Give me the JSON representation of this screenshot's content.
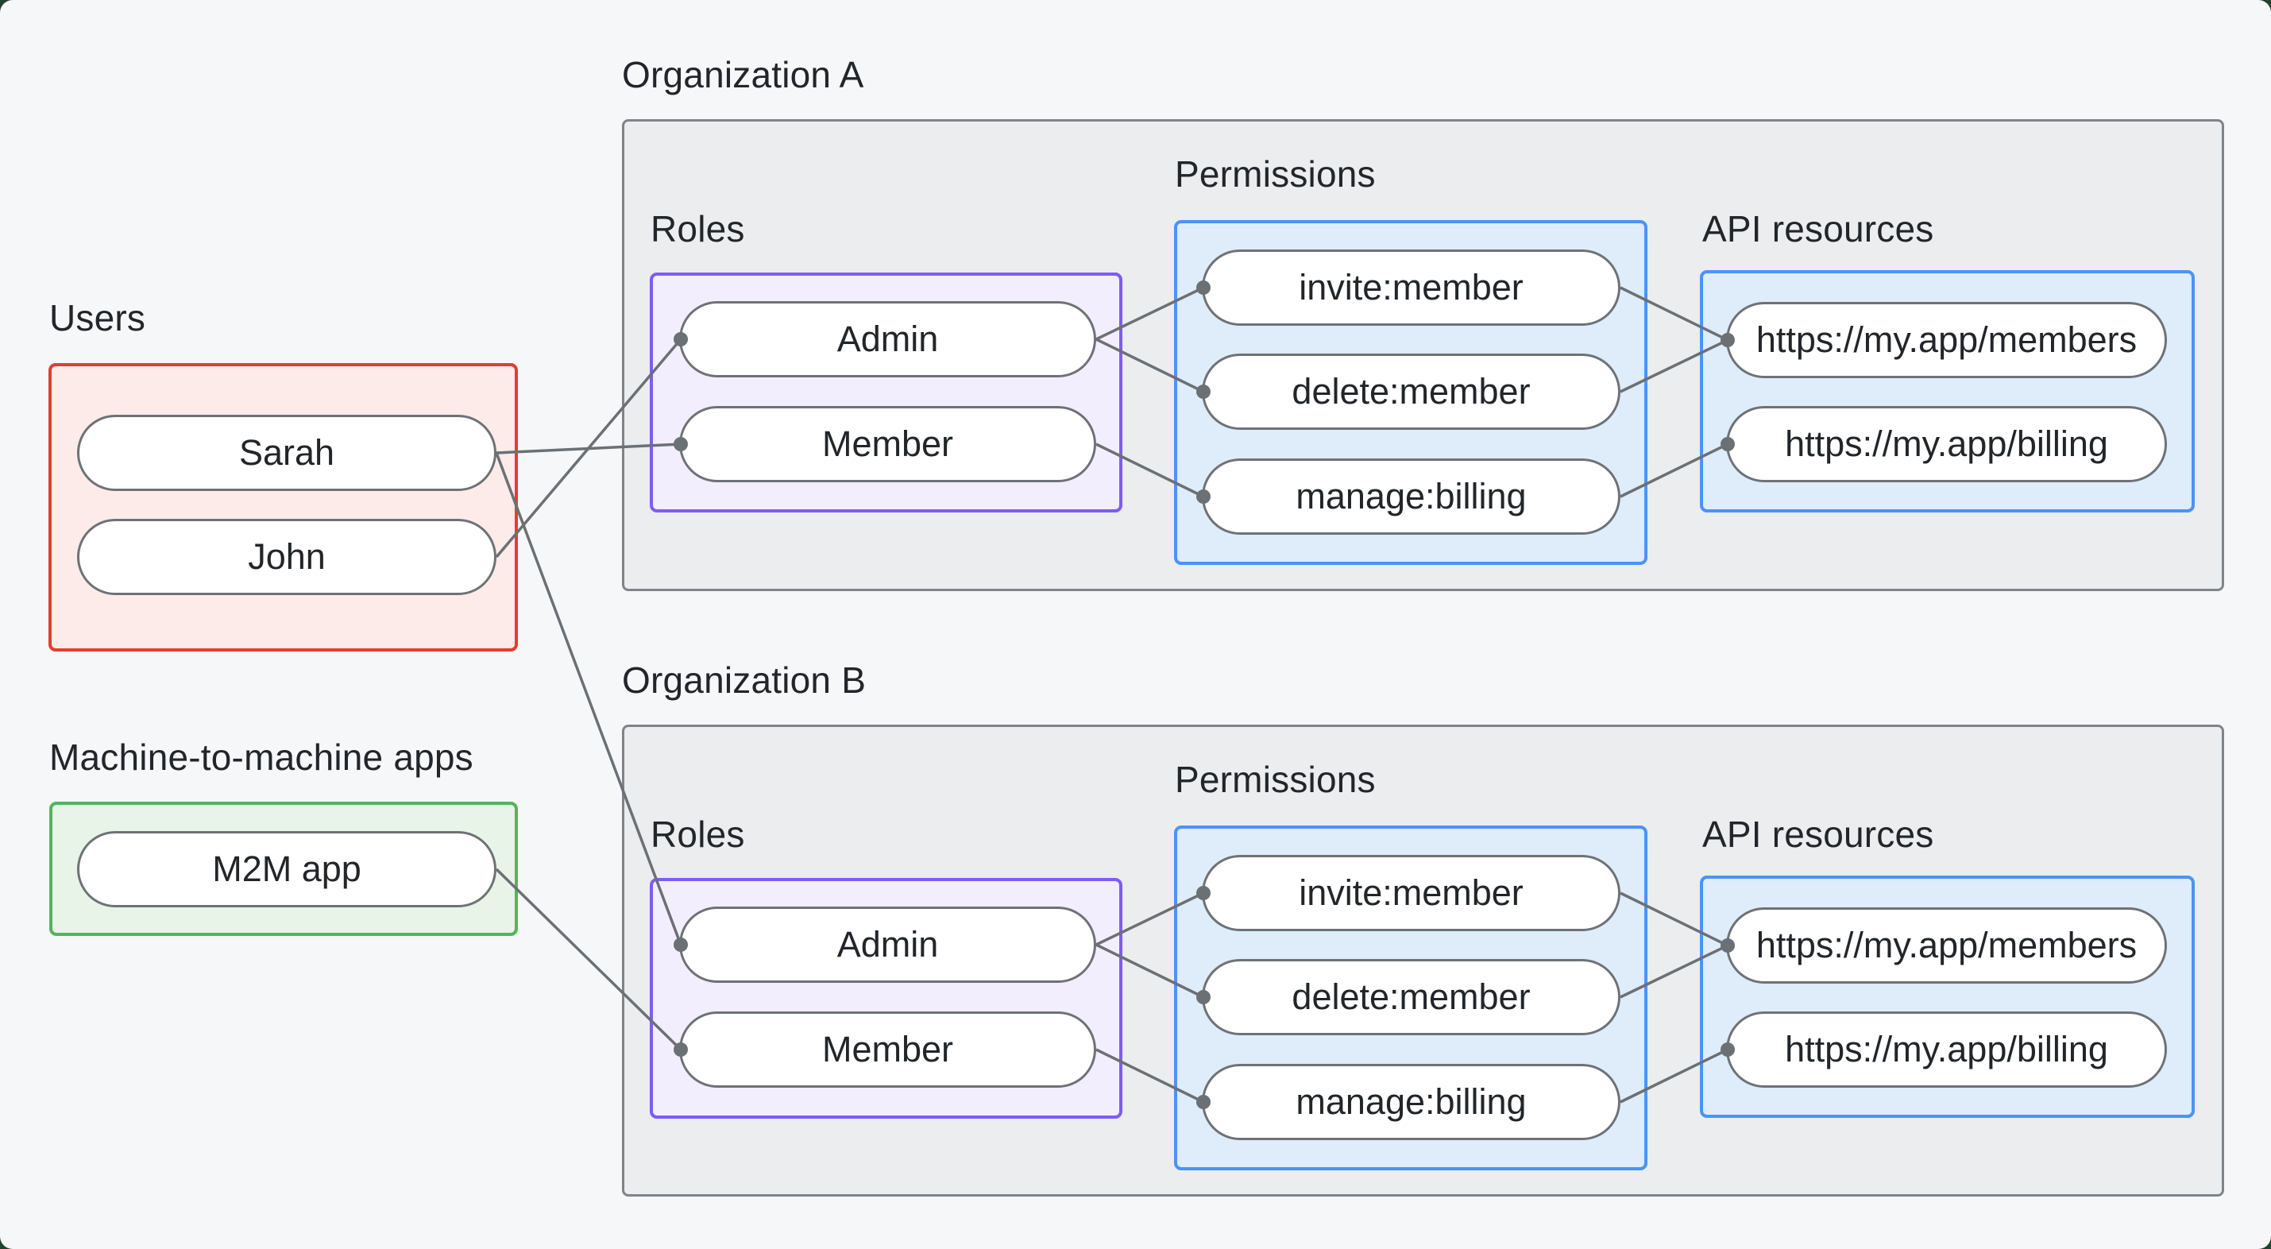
{
  "colors": {
    "page_bg": "#f6f7f8",
    "backdrop": "#23432e",
    "org_box_bg": "#ebedee",
    "org_box_border": "#80848a",
    "users_border": "#e23d33",
    "users_bg": "#fcebe9",
    "m2m_border": "#57b25c",
    "m2m_bg": "#e8f4e8",
    "roles_border": "#7e5cf5",
    "roles_bg": "#f3eefd",
    "blue_border": "#4b93f7",
    "blue_bg": "#dfecfa",
    "pill_border": "#6e7276",
    "pill_bg": "#ffffff",
    "line": "#6b7075",
    "text": "#22262a"
  },
  "users": {
    "label": "Users",
    "items": [
      {
        "id": "sarah",
        "label": "Sarah"
      },
      {
        "id": "john",
        "label": "John"
      }
    ]
  },
  "m2m": {
    "label": "Machine-to-machine apps",
    "items": [
      {
        "id": "m2m",
        "label": "M2M app"
      }
    ]
  },
  "orgs": [
    {
      "title": "Organization A",
      "roles_label": "Roles",
      "permissions_label": "Permissions",
      "api_label": "API resources",
      "roles": [
        {
          "id": "admin-a",
          "label": "Admin"
        },
        {
          "id": "member-a",
          "label": "Member"
        }
      ],
      "permissions": [
        {
          "id": "invite-a",
          "label": "invite:member"
        },
        {
          "id": "delete-a",
          "label": "delete:member"
        },
        {
          "id": "manage-a",
          "label": "manage:billing"
        }
      ],
      "api_resources": [
        {
          "id": "members-a",
          "label": "https://my.app/members"
        },
        {
          "id": "billing-a",
          "label": "https://my.app/billing"
        }
      ]
    },
    {
      "title": "Organization B",
      "roles_label": "Roles",
      "permissions_label": "Permissions",
      "api_label": "API resources",
      "roles": [
        {
          "id": "admin-b",
          "label": "Admin"
        },
        {
          "id": "member-b",
          "label": "Member"
        }
      ],
      "permissions": [
        {
          "id": "invite-b",
          "label": "invite:member"
        },
        {
          "id": "delete-b",
          "label": "delete:member"
        },
        {
          "id": "manage-b",
          "label": "manage:billing"
        }
      ],
      "api_resources": [
        {
          "id": "members-b",
          "label": "https://my.app/members"
        },
        {
          "id": "billing-b",
          "label": "https://my.app/billing"
        }
      ]
    }
  ],
  "edges": [
    {
      "from": "john",
      "to": "admin-a"
    },
    {
      "from": "sarah",
      "to": "member-a"
    },
    {
      "from": "admin-a",
      "to": "invite-a"
    },
    {
      "from": "admin-a",
      "to": "delete-a"
    },
    {
      "from": "member-a",
      "to": "manage-a"
    },
    {
      "from": "invite-a",
      "to": "members-a"
    },
    {
      "from": "delete-a",
      "to": "members-a"
    },
    {
      "from": "manage-a",
      "to": "billing-a"
    },
    {
      "from": "sarah",
      "to": "admin-b"
    },
    {
      "from": "m2m",
      "to": "member-b"
    },
    {
      "from": "admin-b",
      "to": "invite-b"
    },
    {
      "from": "admin-b",
      "to": "delete-b"
    },
    {
      "from": "member-b",
      "to": "manage-b"
    },
    {
      "from": "invite-b",
      "to": "members-b"
    },
    {
      "from": "delete-b",
      "to": "members-b"
    },
    {
      "from": "manage-b",
      "to": "billing-b"
    }
  ]
}
